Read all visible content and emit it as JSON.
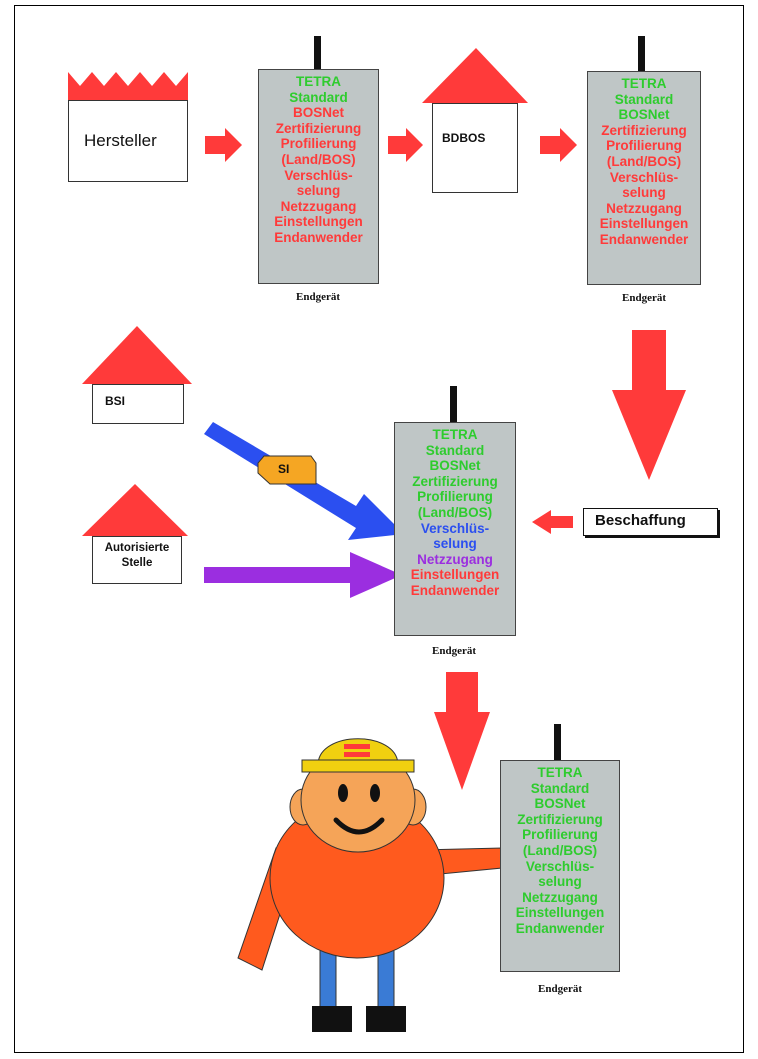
{
  "device": {
    "caption": "Endgerät",
    "lines": [
      "TETRA",
      "Standard",
      "BOSNet",
      "Zertifizierung",
      "Profilierung",
      "(Land/BOS)",
      "Verschlüs-",
      "selung",
      "Netzzugang",
      "Einstellungen",
      "Endanwender"
    ]
  },
  "nodes": {
    "hersteller": "Hersteller",
    "bdbos": "BDBOS",
    "bsi": "BSI",
    "autorisierte_line1": "Autorisierte",
    "autorisierte_line2": "Stelle",
    "beschaffung": "Beschaffung",
    "si_tag": "SI"
  },
  "colors": {
    "red": "#ff3a3a",
    "green": "#2ecc2e",
    "blue": "#2b4ff0",
    "purple": "#9b2ee0",
    "device_grey": "#bfc6c6",
    "orange_person": "#ff5a1e",
    "si_tag": "#f5a623"
  }
}
